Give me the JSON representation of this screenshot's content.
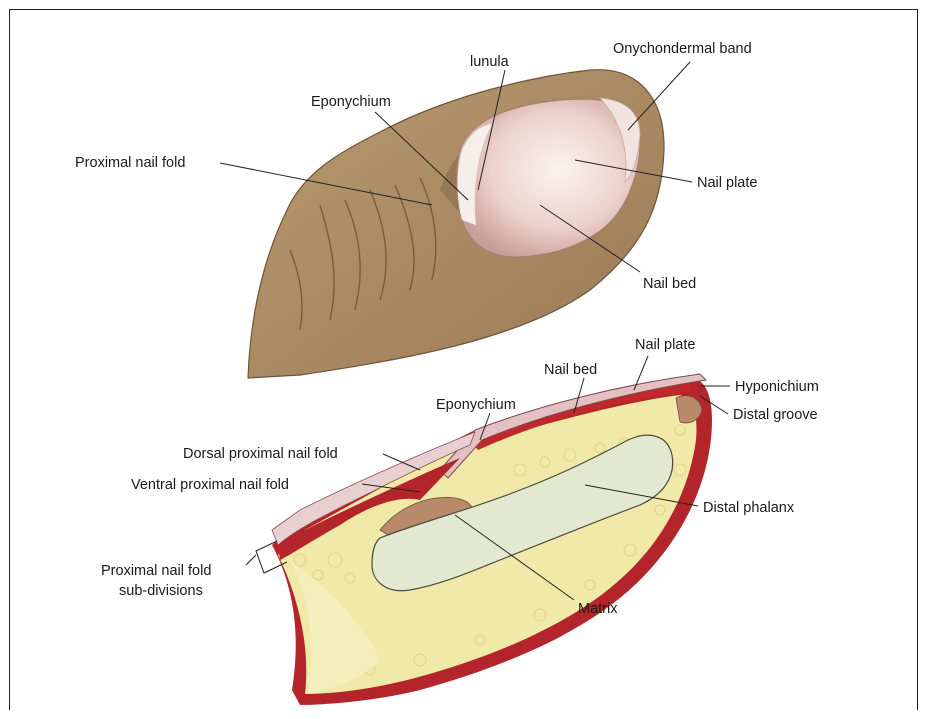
{
  "upper_view": {
    "labels": {
      "lunula": "lunula",
      "onychodermal_band": "Onychondermal band",
      "eponychium": "Eponychium",
      "proximal_nail_fold": "Proximal nail fold",
      "nail_plate": "Nail plate",
      "nail_bed": "Nail bed"
    }
  },
  "lower_view": {
    "labels": {
      "nail_plate": "Nail plate",
      "nail_bed": "Nail bed",
      "hyponichium": "Hyponichium",
      "distal_groove": "Distal groove",
      "eponychium": "Eponychium",
      "dorsal_proximal_nail_fold": "Dorsal proximal nail fold",
      "ventral_proximal_nail_fold": "Ventral proximal nail fold",
      "distal_phalanx": "Distal phalanx",
      "proximal_nail_fold_sub_line1": "Proximal nail fold",
      "proximal_nail_fold_sub_line2": "sub-divisions",
      "matrix": "Matrix"
    }
  },
  "colors": {
    "skin": "#a88a63",
    "skin_dark": "#8a6c4a",
    "nail": "#e8c8c4",
    "nail_highlight": "#f6e7e2",
    "lunula": "#f7f1ea",
    "dermis_red": "#b3252a",
    "fat_yellow": "#f1e9a8",
    "bone": "#e3e8d0",
    "matrix_tan": "#b88a6a"
  }
}
